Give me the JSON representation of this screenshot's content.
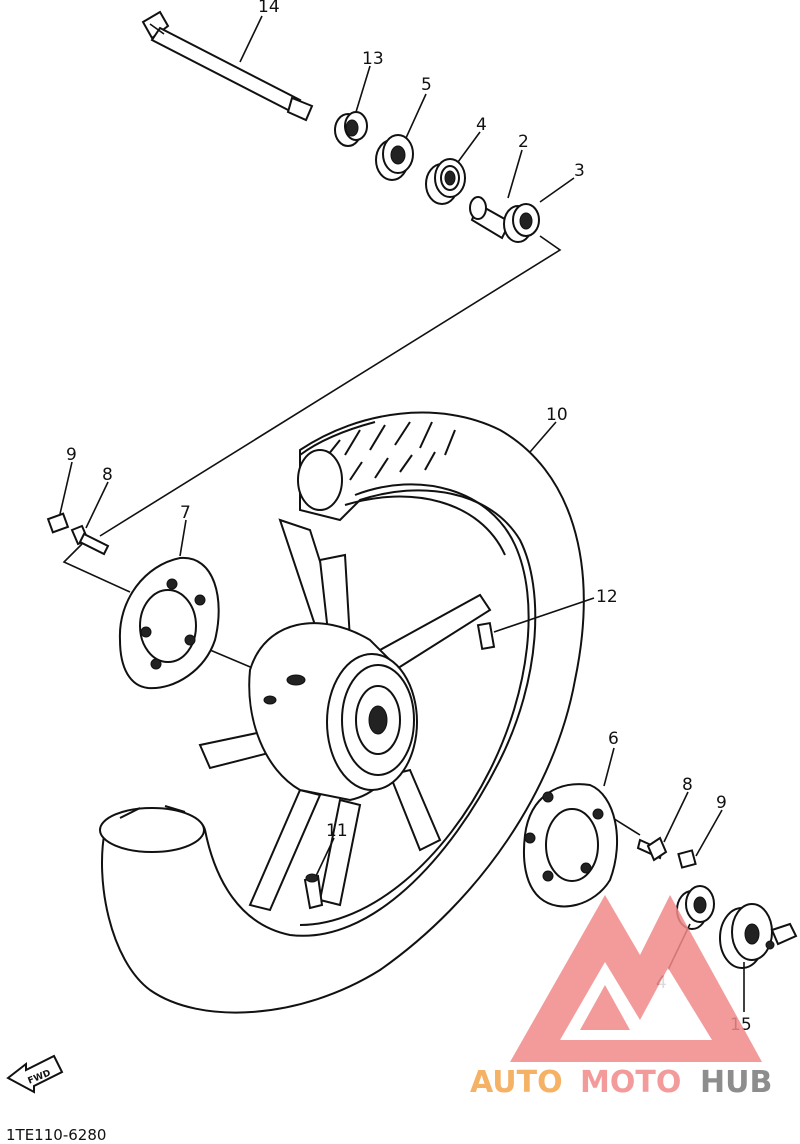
{
  "diagram_code": "1TE110-6280",
  "fwd_label": "FWD",
  "watermark": {
    "part1": "AUTO",
    "part2": "MOTO",
    "part3": "HUB",
    "color1": "#f4a44a",
    "color2": "#f28a8a",
    "color3": "#7a7a7a"
  },
  "callouts": {
    "c1": "14",
    "c2": "13",
    "c3": "5",
    "c4": "4",
    "c5": "2",
    "c6": "3",
    "c7": "10",
    "c8": "9",
    "c9": "8",
    "c10": "7",
    "c11": "12",
    "c12": "6",
    "c13": "8",
    "c14": "9",
    "c15": "11",
    "c16": "4",
    "c17": "15"
  }
}
